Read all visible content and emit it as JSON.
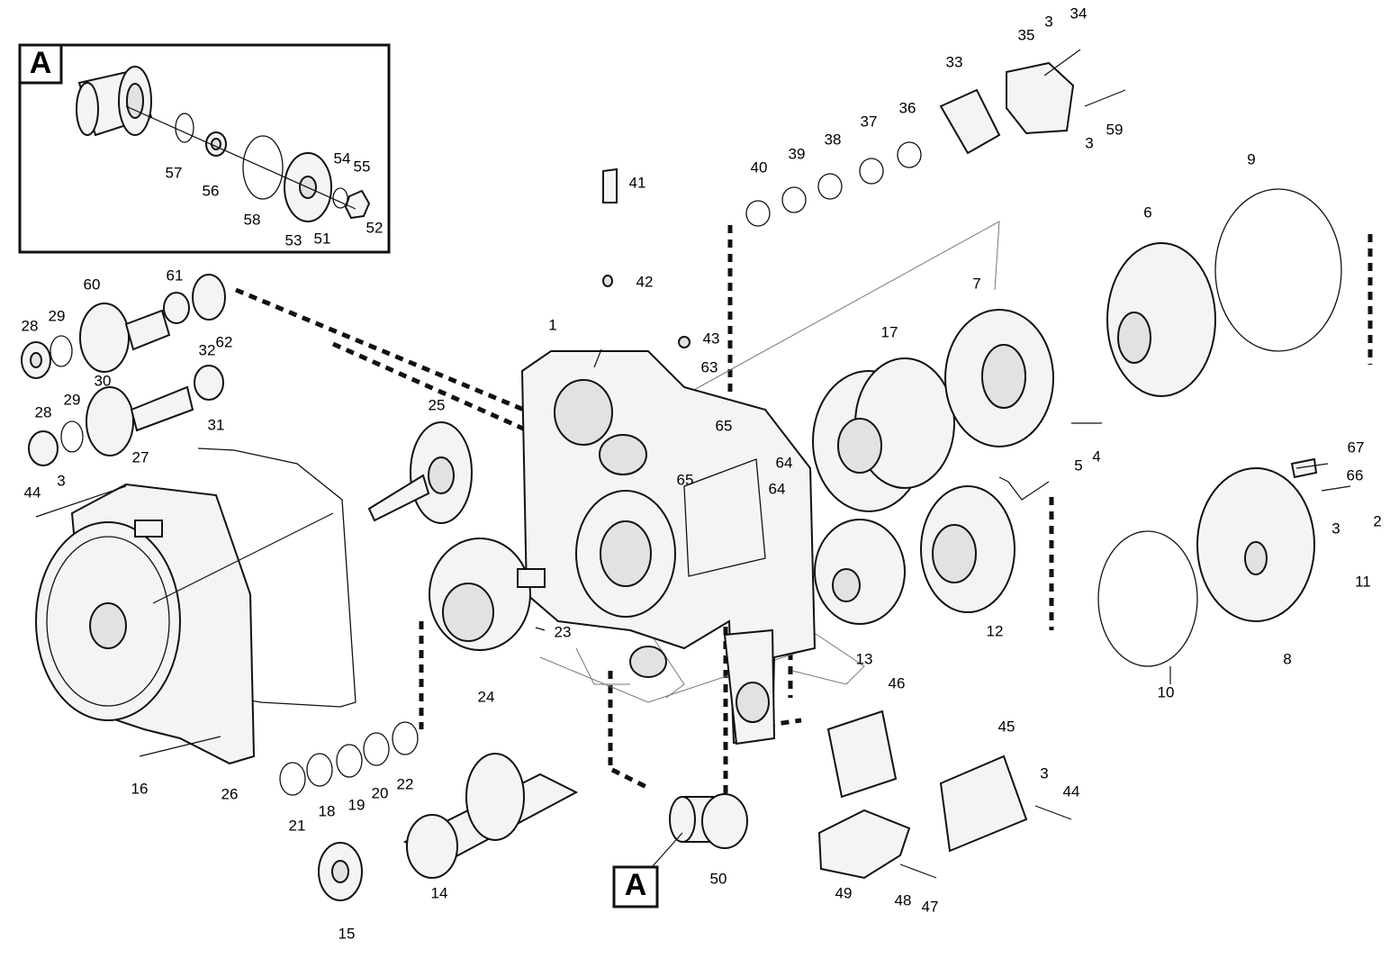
{
  "detail_view": {
    "label": "A"
  },
  "view_marker": {
    "label": "A"
  },
  "callouts": [
    {
      "id": "c1",
      "text": "1"
    },
    {
      "id": "c2",
      "text": "2"
    },
    {
      "id": "c3a",
      "text": "3"
    },
    {
      "id": "c3b",
      "text": "3"
    },
    {
      "id": "c3c",
      "text": "3"
    },
    {
      "id": "c3d",
      "text": "3"
    },
    {
      "id": "c3e",
      "text": "3"
    },
    {
      "id": "c4",
      "text": "4"
    },
    {
      "id": "c5",
      "text": "5"
    },
    {
      "id": "c6",
      "text": "6"
    },
    {
      "id": "c7",
      "text": "7"
    },
    {
      "id": "c8",
      "text": "8"
    },
    {
      "id": "c9",
      "text": "9"
    },
    {
      "id": "c10",
      "text": "10"
    },
    {
      "id": "c11",
      "text": "11"
    },
    {
      "id": "c12",
      "text": "12"
    },
    {
      "id": "c13",
      "text": "13"
    },
    {
      "id": "c14",
      "text": "14"
    },
    {
      "id": "c15",
      "text": "15"
    },
    {
      "id": "c16",
      "text": "16"
    },
    {
      "id": "c17",
      "text": "17"
    },
    {
      "id": "c18",
      "text": "18"
    },
    {
      "id": "c19",
      "text": "19"
    },
    {
      "id": "c20",
      "text": "20"
    },
    {
      "id": "c21",
      "text": "21"
    },
    {
      "id": "c22",
      "text": "22"
    },
    {
      "id": "c23",
      "text": "23"
    },
    {
      "id": "c24",
      "text": "24"
    },
    {
      "id": "c25",
      "text": "25"
    },
    {
      "id": "c26",
      "text": "26"
    },
    {
      "id": "c27",
      "text": "27"
    },
    {
      "id": "c28a",
      "text": "28"
    },
    {
      "id": "c28b",
      "text": "28"
    },
    {
      "id": "c29a",
      "text": "29"
    },
    {
      "id": "c29b",
      "text": "29"
    },
    {
      "id": "c30",
      "text": "30"
    },
    {
      "id": "c31",
      "text": "31"
    },
    {
      "id": "c32",
      "text": "32"
    },
    {
      "id": "c33",
      "text": "33"
    },
    {
      "id": "c34",
      "text": "34"
    },
    {
      "id": "c35",
      "text": "35"
    },
    {
      "id": "c36",
      "text": "36"
    },
    {
      "id": "c37",
      "text": "37"
    },
    {
      "id": "c38",
      "text": "38"
    },
    {
      "id": "c39",
      "text": "39"
    },
    {
      "id": "c40",
      "text": "40"
    },
    {
      "id": "c41",
      "text": "41"
    },
    {
      "id": "c42",
      "text": "42"
    },
    {
      "id": "c43",
      "text": "43"
    },
    {
      "id": "c44a",
      "text": "44"
    },
    {
      "id": "c44b",
      "text": "44"
    },
    {
      "id": "c45",
      "text": "45"
    },
    {
      "id": "c46",
      "text": "46"
    },
    {
      "id": "c47",
      "text": "47"
    },
    {
      "id": "c48",
      "text": "48"
    },
    {
      "id": "c49",
      "text": "49"
    },
    {
      "id": "c50",
      "text": "50"
    },
    {
      "id": "c51",
      "text": "51"
    },
    {
      "id": "c52",
      "text": "52"
    },
    {
      "id": "c53",
      "text": "53"
    },
    {
      "id": "c54",
      "text": "54"
    },
    {
      "id": "c55",
      "text": "55"
    },
    {
      "id": "c56",
      "text": "56"
    },
    {
      "id": "c57",
      "text": "57"
    },
    {
      "id": "c58",
      "text": "58"
    },
    {
      "id": "c59",
      "text": "59"
    },
    {
      "id": "c60",
      "text": "60"
    },
    {
      "id": "c61",
      "text": "61"
    },
    {
      "id": "c62",
      "text": "62"
    },
    {
      "id": "c63",
      "text": "63"
    },
    {
      "id": "c64a",
      "text": "64"
    },
    {
      "id": "c64b",
      "text": "64"
    },
    {
      "id": "c65a",
      "text": "65"
    },
    {
      "id": "c65b",
      "text": "65"
    },
    {
      "id": "c66",
      "text": "66"
    },
    {
      "id": "c67",
      "text": "67"
    }
  ]
}
